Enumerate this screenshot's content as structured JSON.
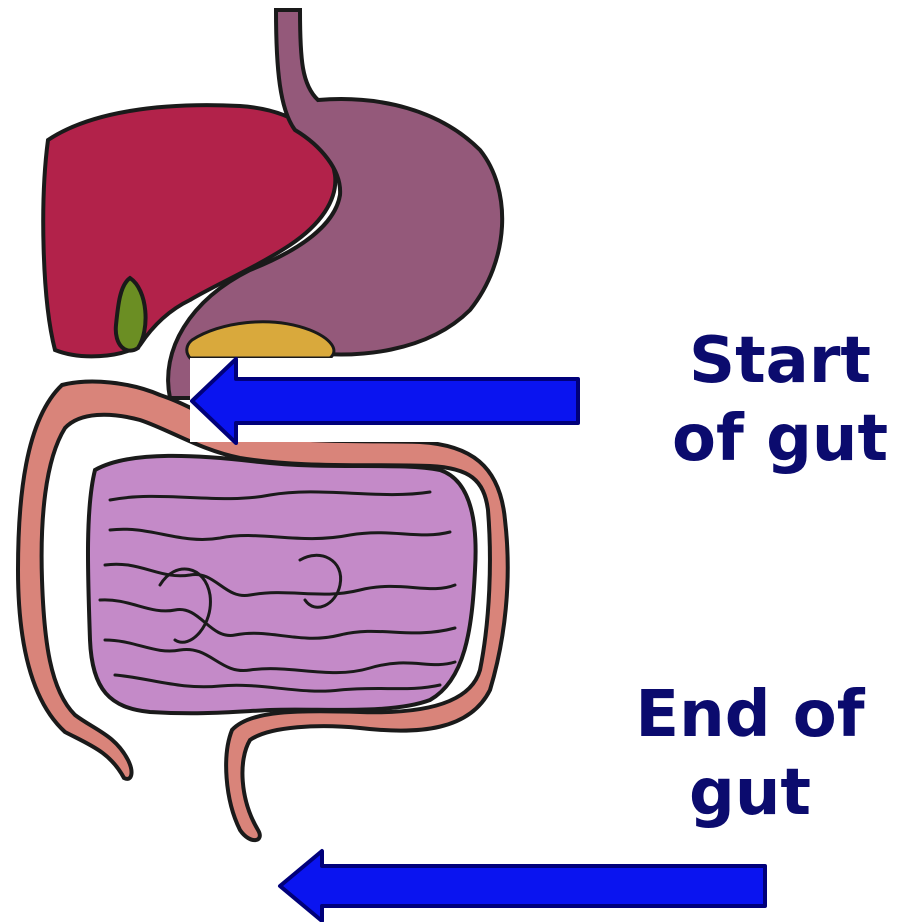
{
  "labels": {
    "start": {
      "line1": "Start",
      "line2": "of gut"
    },
    "end": {
      "line1": "End of",
      "line2": "gut"
    }
  },
  "colors": {
    "label_text": "#0b0b6e",
    "arrow_fill": "#0a14f0",
    "arrow_stroke": "#00007a",
    "liver": "#b2224a",
    "gallbladder": "#6b8e23",
    "stomach": "#94597a",
    "pancreas": "#d9a93c",
    "large_intestine": "#d9847a",
    "small_intestine": "#c48ac8",
    "outline": "#1a1a1a"
  },
  "organs": [
    "liver",
    "gallbladder",
    "esophagus",
    "stomach",
    "pancreas",
    "large-intestine",
    "small-intestine",
    "rectum"
  ]
}
